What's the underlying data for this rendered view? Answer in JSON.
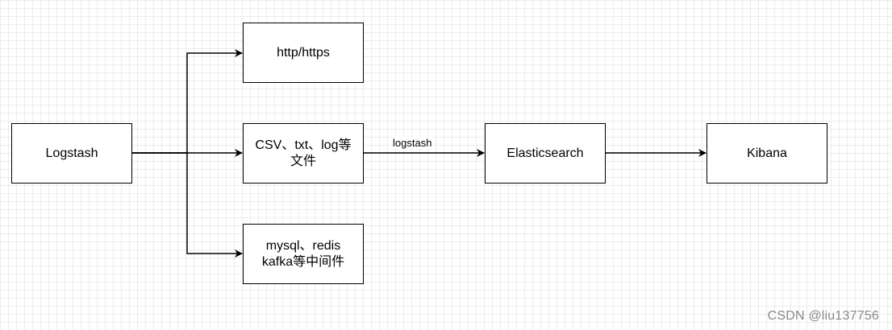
{
  "nodes": {
    "logstash": "Logstash",
    "http": "http/https",
    "files": "CSV、txt、log等文件",
    "middleware_line1": "mysql、redis",
    "middleware_line2": "kafka等中间件",
    "elasticsearch": "Elasticsearch",
    "kibana": "Kibana"
  },
  "edges": {
    "files_to_es_label": "logstash"
  },
  "watermark": "CSDN @liu137756"
}
